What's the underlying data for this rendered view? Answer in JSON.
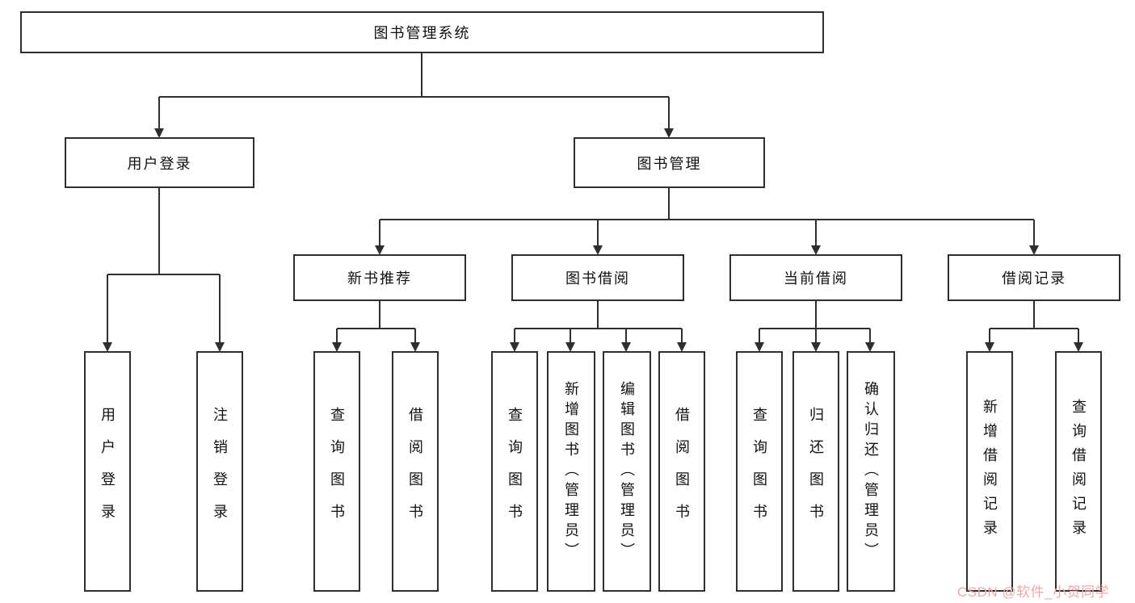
{
  "tree": {
    "root": {
      "label": "图书管理系统"
    },
    "branches": [
      {
        "label": "用户登录",
        "children": [
          {
            "label": "用户登录"
          },
          {
            "label": "注销登录"
          }
        ]
      },
      {
        "label": "图书管理",
        "children": [
          {
            "label": "新书推荐",
            "children": [
              {
                "label": "查询图书"
              },
              {
                "label": "借阅图书"
              }
            ]
          },
          {
            "label": "图书借阅",
            "children": [
              {
                "label": "查询图书"
              },
              {
                "label": "新增图书（管理员）"
              },
              {
                "label": "编辑图书（管理员）"
              },
              {
                "label": "借阅图书"
              }
            ]
          },
          {
            "label": "当前借阅",
            "children": [
              {
                "label": "查询图书"
              },
              {
                "label": "归还图书"
              },
              {
                "label": "确认归还（管理员）"
              }
            ]
          },
          {
            "label": "借阅记录",
            "children": [
              {
                "label": "新增借阅记录"
              },
              {
                "label": "查询借阅记录"
              }
            ]
          }
        ]
      }
    ]
  },
  "watermark": "CSDN @软件_小贺同学",
  "colors": {
    "line": "#2e2e2e",
    "node_border": "#2e2e2e",
    "watermark": "#f0a8a8",
    "background": "#ffffff"
  }
}
